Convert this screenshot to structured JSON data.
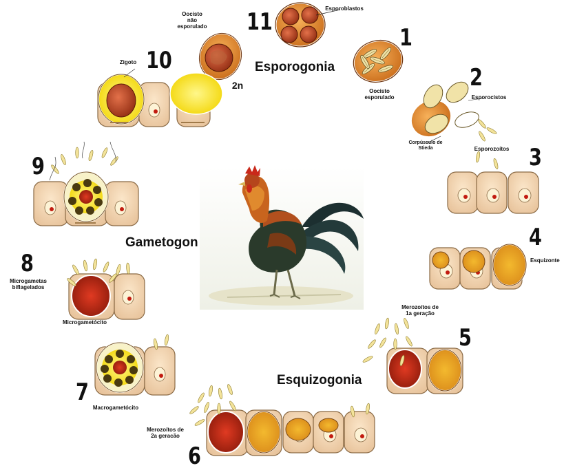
{
  "phases": {
    "esporogonia": "Esporogonia",
    "gametogonia": "Gametogon",
    "esquizogonia": "Esquizogonia"
  },
  "steps": [
    "1",
    "2",
    "3",
    "4",
    "5",
    "6",
    "7",
    "8",
    "9",
    "10",
    "11"
  ],
  "labels": {
    "esporoblastos": "Esporoblastos",
    "oocisto_nao_esporulado": [
      "Oocisto",
      "não",
      "esporulado"
    ],
    "oocisto_esporulado": [
      "Oocisto",
      "esporulado"
    ],
    "esporocistos": "Esporocistos",
    "corpusculo_stieda": [
      "Corpúsculo de",
      "Stieda"
    ],
    "esporozoitos": "Esporozoítos",
    "esquizonte": "Esquizonte",
    "merozoitos_1": [
      "Merozoítos de",
      "1a geração"
    ],
    "merozoitos_2": [
      "Merozoítos de",
      "2a geracão"
    ],
    "macrogametocito": "Macrogametócito",
    "microgametas": [
      "Microgametas",
      "biflagelados"
    ],
    "microgametocito": "Microgametócito",
    "zigoto": "Zigoto",
    "ploidy": "2n"
  }
}
